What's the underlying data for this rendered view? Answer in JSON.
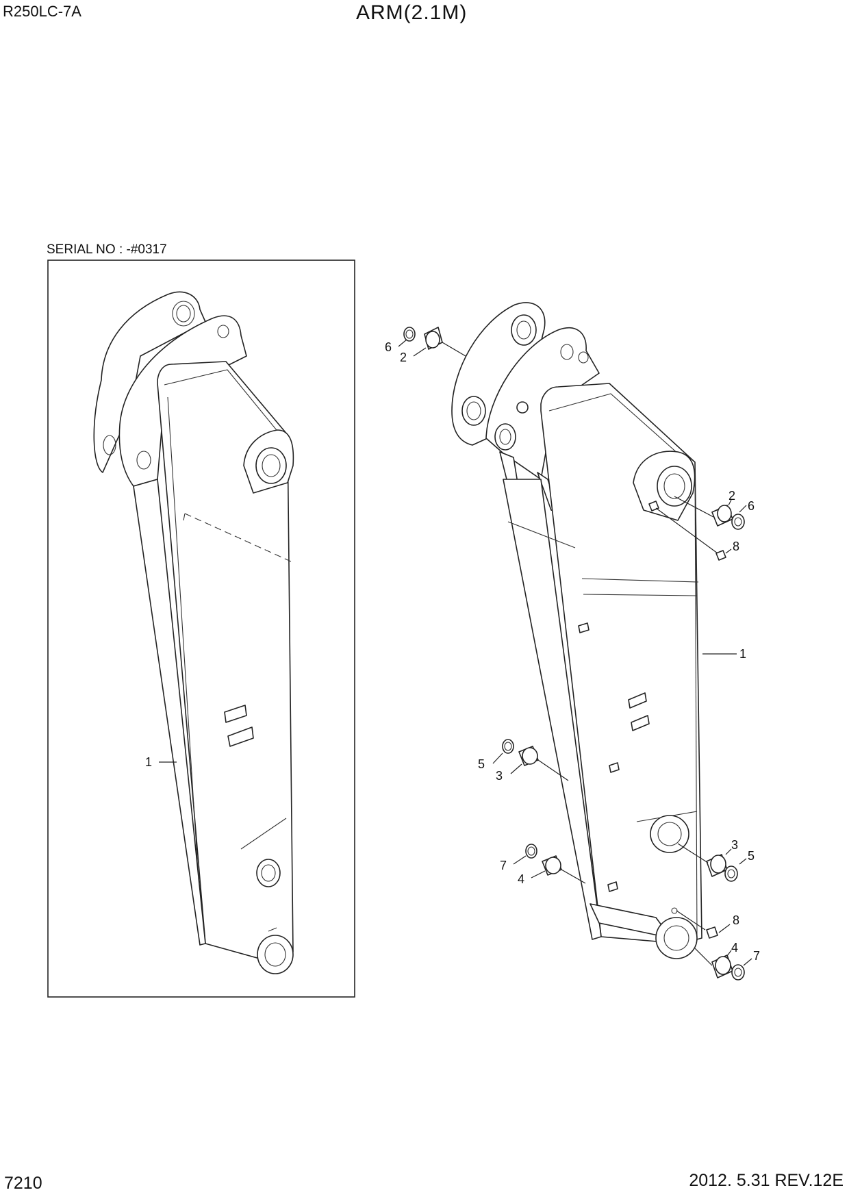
{
  "header": {
    "model": "R250LC-7A",
    "title": "ARM(2.1M)"
  },
  "left_view": {
    "serial_label": "SERIAL NO : -#0317",
    "callouts": [
      "1"
    ]
  },
  "right_view": {
    "callouts": [
      "6",
      "2",
      "2",
      "6",
      "8",
      "1",
      "5",
      "3",
      "3",
      "5",
      "7",
      "4",
      "8",
      "4",
      "7"
    ]
  },
  "footer": {
    "page_number": "7210",
    "revision": "2012. 5.31  REV.12E"
  }
}
